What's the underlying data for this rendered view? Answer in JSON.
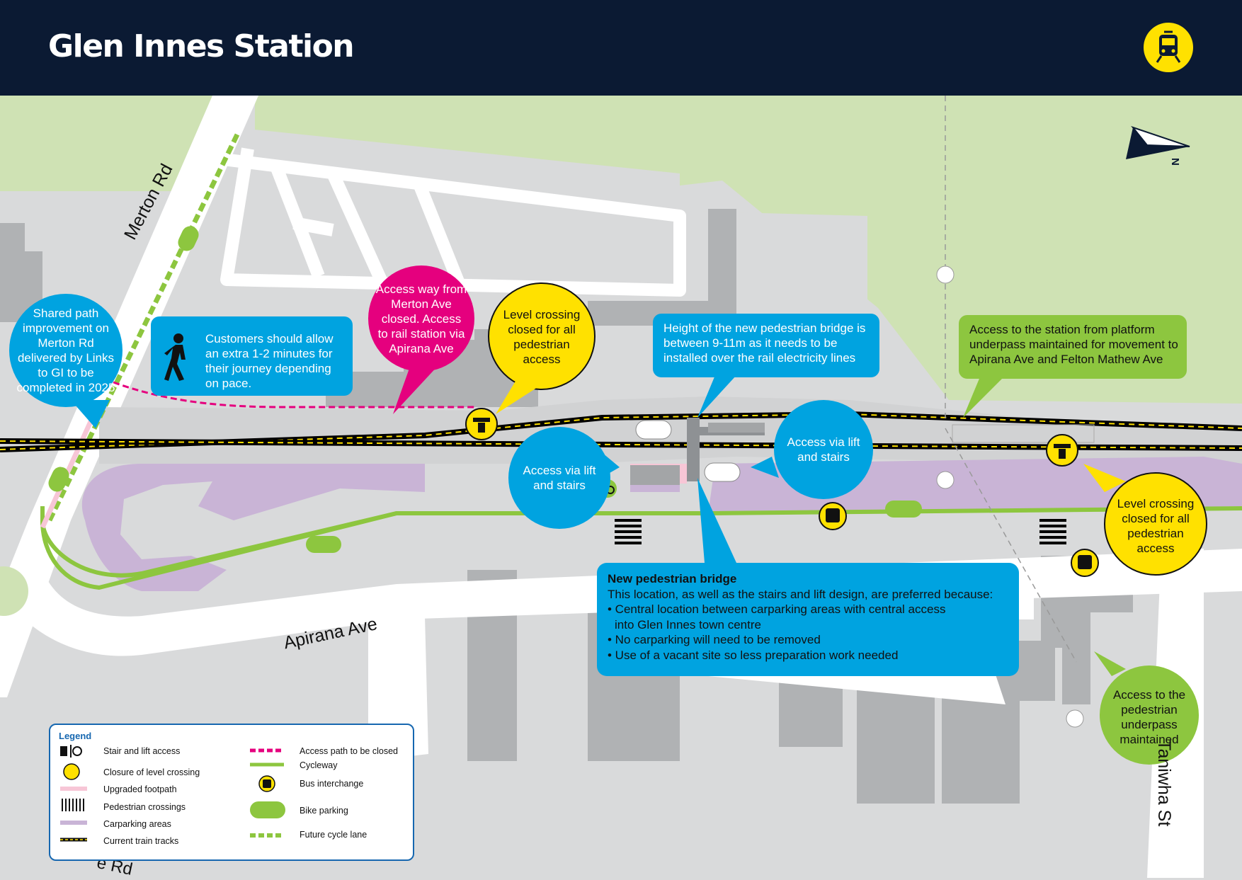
{
  "header": {
    "title": "Glen Innes Station",
    "icon": "train-icon"
  },
  "roads": {
    "merton": "Merton Rd",
    "apirana": "Apirana Ave",
    "taniwha": "Taniwha St",
    "bottom_left": "e Rd"
  },
  "callouts": {
    "shared_path": "Shared path improvement on Merton Rd delivered by Links to GI to be completed in 2025",
    "customers": "Customers should allow an extra 1-2 minutes for their journey depending on pace.",
    "access_way": "Access way from Merton Ave closed. Access to rail station via Apirana Ave",
    "level_crossing_west": "Level crossing closed for all pedestrian access",
    "lift_west": "Access via lift and stairs",
    "bridge_height": "Height of the new pedestrian bridge is between 9-11m as it needs to be installed over the rail electricity lines",
    "lift_east": "Access via lift and stairs",
    "platform_access": "Access to the station from platform underpass maintained for movement to Apirana Ave and Felton Mathew Ave",
    "level_crossing_east": "Level crossing closed for all pedestrian access",
    "underpass": "Access to the pedestrian underpass maintained"
  },
  "new_bridge": {
    "title": "New pedestrian bridge",
    "intro": "This location, as well as the stairs and lift design, are preferred because:",
    "bullets": [
      "• Central location between carparking areas with central access",
      "into Glen Innes town centre",
      "• No carparking will need to be removed",
      "• Use of a vacant site so less preparation work needed"
    ]
  },
  "legend": {
    "title": "Legend",
    "items": [
      "Stair and lift access",
      "Closure of level crossing",
      "Upgraded footpath",
      "Pedestrian crossings",
      "Carparking areas",
      "Current train tracks",
      "Access path to be closed",
      "Cycleway",
      "Bus interchange",
      "Bike parking",
      "Future cycle lane"
    ]
  },
  "colors": {
    "navy": "#0b1a33",
    "blue": "#00a3e0",
    "magenta": "#e5007e",
    "yellow": "#ffe100",
    "green": "#8dc63f",
    "park": "#cfe2b4",
    "carpark": "#c9b4d6",
    "road": "#ffffff"
  },
  "compass": "N"
}
